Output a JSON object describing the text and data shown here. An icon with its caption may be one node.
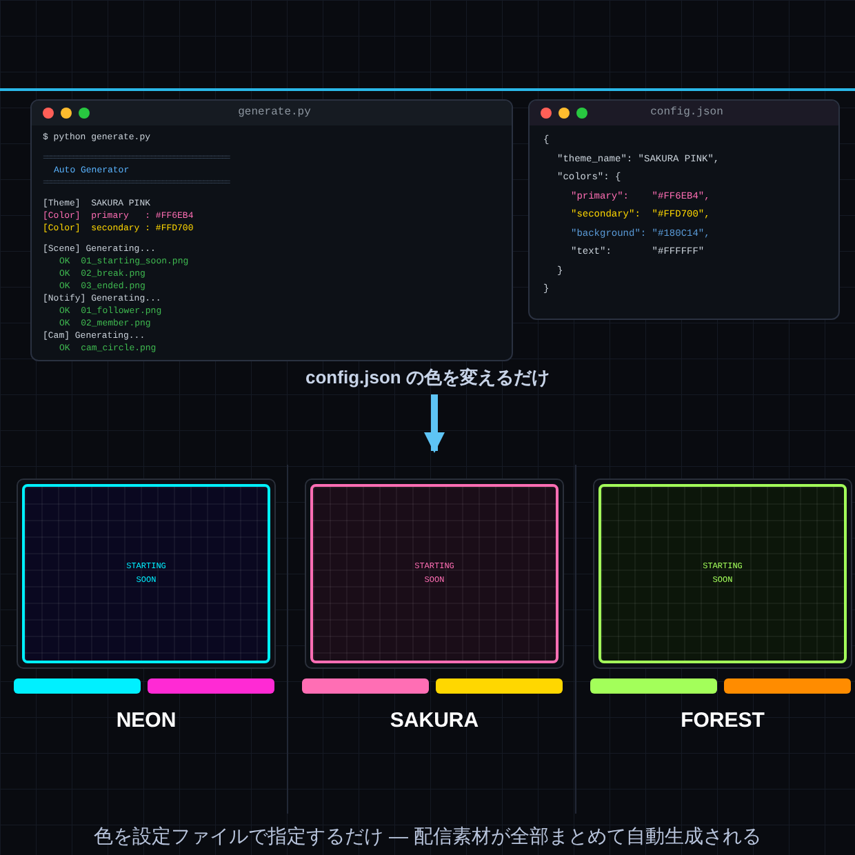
{
  "diagram": {
    "nodes": [
      {
        "text": [
          "generate.py",
          "$ python generate.py",
          "==================================================",
          "Auto Generator",
          "==================================================",
          "[Theme]  SAKURA PINK",
          "[Color]  primary   : #FF6EB4",
          "[Color]  secondary : #FFD700",
          "[Scene] Generating...",
          "OK  01_starting_soon.png",
          "OK  02_break.png",
          "OK  03_ended.png",
          "[Notify] Generating...",
          "OK  01_follower.png",
          "OK  02_member.png",
          "[Cam] Generating...",
          "OK  cam_circle.png"
        ]
      },
      {
        "text": [
          "config.json",
          "{",
          "\"theme_name\": \"SAKURA PINK\",",
          "\"colors\": {",
          "\"primary\":    \"#FF6EB4\",",
          "\"secondary\":  \"#FFD700\",",
          "\"background\": \"#180C14\",",
          "\"text\":       \"#FFFFFF\"",
          "}",
          "}"
        ]
      },
      {
        "text": [
          "config.json の色を変えるだけ"
        ]
      },
      {
        "text": [
          "STARTING SOON"
        ],
        "beside": [
          "NEON"
        ]
      },
      {
        "text": [
          "STARTING SOON"
        ],
        "beside": [
          "SAKURA"
        ]
      },
      {
        "text": [
          "STARTING SOON"
        ],
        "beside": [
          "FOREST"
        ]
      }
    ],
    "edges": [
      {
        "from": 2,
        "to": 4,
        "arrow": "to"
      }
    ],
    "caption": "色を設定ファイルで指定するだけ — 配信素材が全部まとめて自動生成される"
  }
}
